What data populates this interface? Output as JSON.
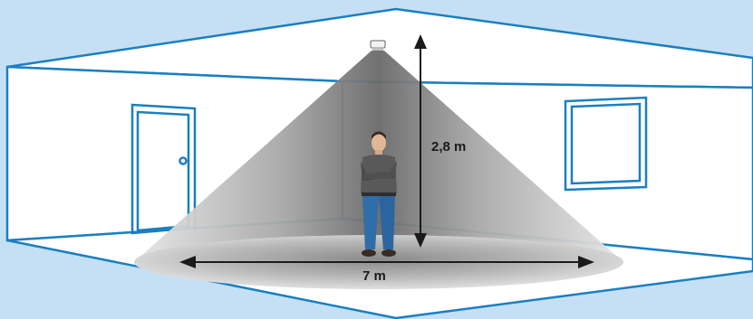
{
  "scene": {
    "height_label": "2,8 m",
    "width_label": "7 m"
  },
  "colors": {
    "background": "#c5e0f4",
    "room_lines": "#1a7fc1",
    "room_fill": "#ffffff",
    "cone_dark": "#5e5e5e",
    "cone_light": "#d8d8d8",
    "arrow": "#1a1a1a",
    "person_shirt": "#5a5a5a",
    "person_jeans": "#2f6ea8"
  },
  "icons": [
    "motion-sensor-icon",
    "person-figure"
  ]
}
